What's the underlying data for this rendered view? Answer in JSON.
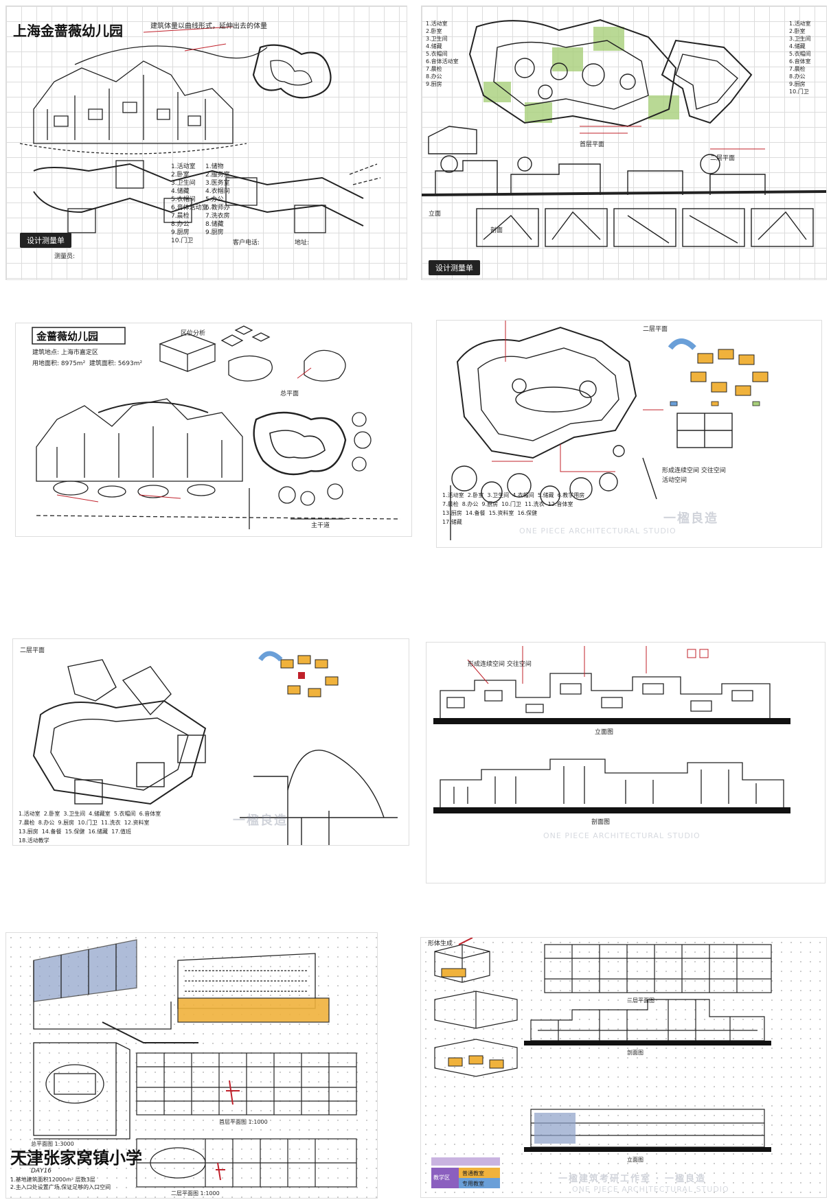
{
  "sheets": {
    "s1": {
      "title": "上海金蔷薇幼儿园",
      "tag": "设计测量单",
      "legend": "1.活动室\n2.卧室\n3.卫生间\n4.储藏\n5.衣帽间\n6.音体活动室\n7.晨检\n8.办公\n9.厨房\n10.门卫",
      "legend2": "1.储物\n2.服务室\n3.医务室\n4.衣帽间\n5.办公\n6.教师办\n7.洗衣房\n8.储藏\n9.厨房",
      "footer_left": "测量员:",
      "footer_mid": "客户电话:",
      "footer_right": "地址:",
      "note_red": "建筑体量以曲线形式，延伸出去的体量"
    },
    "s2": {
      "tag": "设计测量单",
      "legend": "1.活动室\n2.卧室\n3.卫生间\n4.储藏\n5.衣帽间\n6.音体活动室\n7.晨检\n8.办公\n9.厨房",
      "legend2": "1.活动室\n2.卧室\n3.卫生间\n4.储藏\n5.衣帽间\n6.音体室\n7.晨检\n8.办公\n9.厨房\n10.门卫",
      "plan1": "首层平面",
      "plan2": "二层平面",
      "section": "立面",
      "section2": "剖面"
    },
    "s3": {
      "title": "金蔷薇幼儿园",
      "subtitle": "建筑地点: 上海市嘉定区",
      "area": "用地面积: 8975m²  建筑面积: 5693m²",
      "label1": "总平面",
      "label2": "主干道",
      "label3": "区位分析"
    },
    "s4": {
      "label1": "二层平面",
      "legend": "1.活动室  2.卧室  3.卫生间  4.衣帽间  5.储藏  6.教学用房\n7.晨检  8.办公  9.厨房  10.门卫  11.洗衣  12.音体室\n13.厨房  14.备餐  15.资料室  16.保健\n17.储藏",
      "note": "形成连续空间 交往空间",
      "note2": "活动空间",
      "wm": "一楹良造",
      "wm_en": "ONE PIECE ARCHITECTURAL STUDIO"
    },
    "s5": {
      "label1": "二层平面",
      "legend": "1.活动室  2.卧室  3.卫生间  4.储藏室  5.衣帽间  6.音体室\n7.晨检  8.办公  9.厨房  10.门卫  11.洗衣  12.资料室\n13.厨房  14.备餐  15.保健  16.储藏  17.值班\n18.活动教学",
      "wm": "一楹良造"
    },
    "s6": {
      "label1": "立面图",
      "label2": "剖面图",
      "note": "形成连续空间 交往空间",
      "wm_en": "ONE PIECE ARCHITECTURAL STUDIO"
    },
    "s7": {
      "title": "天津张家窝镇小学",
      "sub": "DAY16",
      "label1": "首层平面图 1:1000",
      "label2": "二层平面图 1:1000",
      "label3": "总平面图 1:3000",
      "note": "1.基地建筑面积12000m² 层数3层\n2.主入口处设置广场,保证足够的入口空间"
    },
    "s8": {
      "label1": "形体生成",
      "label2": "三层平面图",
      "label3": "剖面图",
      "label4": "立面图",
      "wm": "一楹建筑考研工作室 · 一楹良造",
      "wm_en": "ONE PIECE ARCHITECTURAL STUDIO",
      "legend1": "教学区",
      "legend2": "普通教室",
      "legend3": "专用教室"
    }
  },
  "colors": {
    "green": "#a8cf7a",
    "red": "#c0202a",
    "orange": "#f0b23c",
    "blue": "#6a9fd8",
    "purple": "#8b5fbf"
  }
}
